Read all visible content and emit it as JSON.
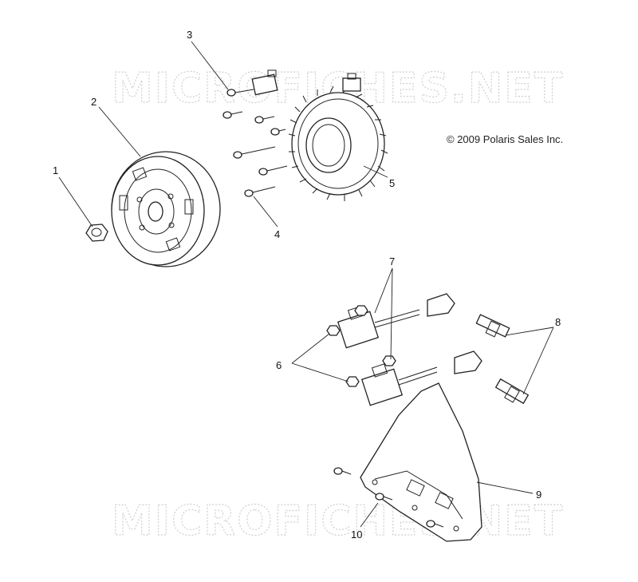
{
  "watermark": {
    "top": "MICROFICHES.NET",
    "bottom": "MICROFICHES.NET"
  },
  "copyright": "© 2009 Polaris Sales Inc.",
  "callouts": {
    "c1": "1",
    "c2": "2",
    "c3": "3",
    "c4": "4",
    "c5": "5",
    "c6": "6",
    "c7": "7",
    "c8": "8",
    "c9": "9",
    "c10": "10"
  }
}
